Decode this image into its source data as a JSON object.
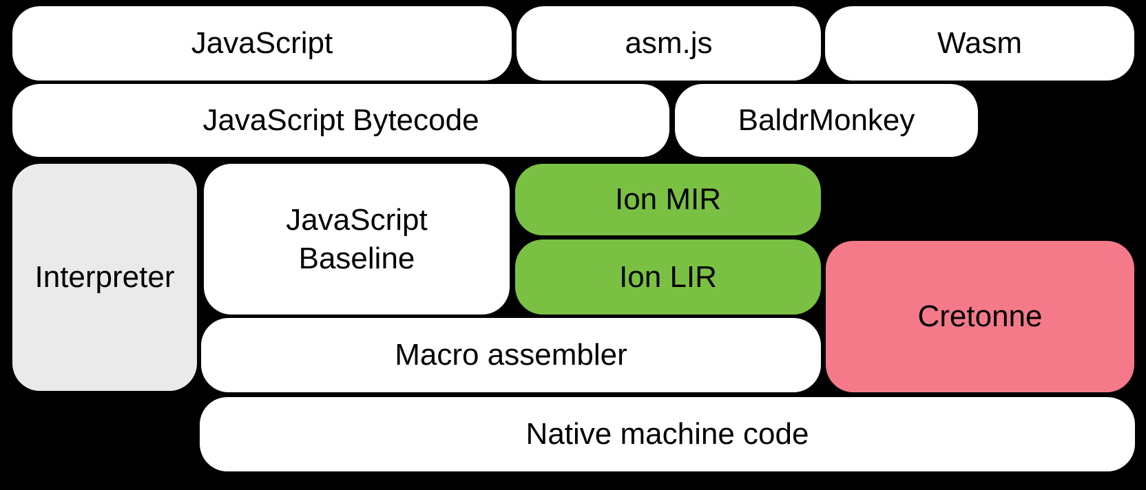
{
  "colors": {
    "background": "#000000",
    "box_white": "#ffffff",
    "box_gray": "#eaeaea",
    "box_green": "#7ac143",
    "box_pink": "#f47a8a",
    "label_text": "#000000"
  },
  "diagram": {
    "type": "block-diagram",
    "description": "Compiler pipeline block diagram on black background",
    "nodes": [
      {
        "id": "javascript",
        "label": "JavaScript",
        "color": "box_white"
      },
      {
        "id": "asmjs",
        "label": "asm.js",
        "color": "box_white"
      },
      {
        "id": "wasm",
        "label": "Wasm",
        "color": "box_white"
      },
      {
        "id": "javascript-bytecode",
        "label": "JavaScript Bytecode",
        "color": "box_white"
      },
      {
        "id": "baldrmonkey",
        "label": "BaldrMonkey",
        "color": "box_white"
      },
      {
        "id": "interpreter",
        "label": "Interpreter",
        "color": "box_gray"
      },
      {
        "id": "javascript-baseline",
        "label": "JavaScript Baseline",
        "color": "box_white"
      },
      {
        "id": "ion-mir",
        "label": "Ion MIR",
        "color": "box_green"
      },
      {
        "id": "ion-lir",
        "label": "Ion LIR",
        "color": "box_green"
      },
      {
        "id": "cretonne",
        "label": "Cretonne",
        "color": "box_pink"
      },
      {
        "id": "macro-assembler",
        "label": "Macro assembler",
        "color": "box_white"
      },
      {
        "id": "native-machine-code",
        "label": "Native machine code",
        "color": "box_white"
      }
    ]
  }
}
